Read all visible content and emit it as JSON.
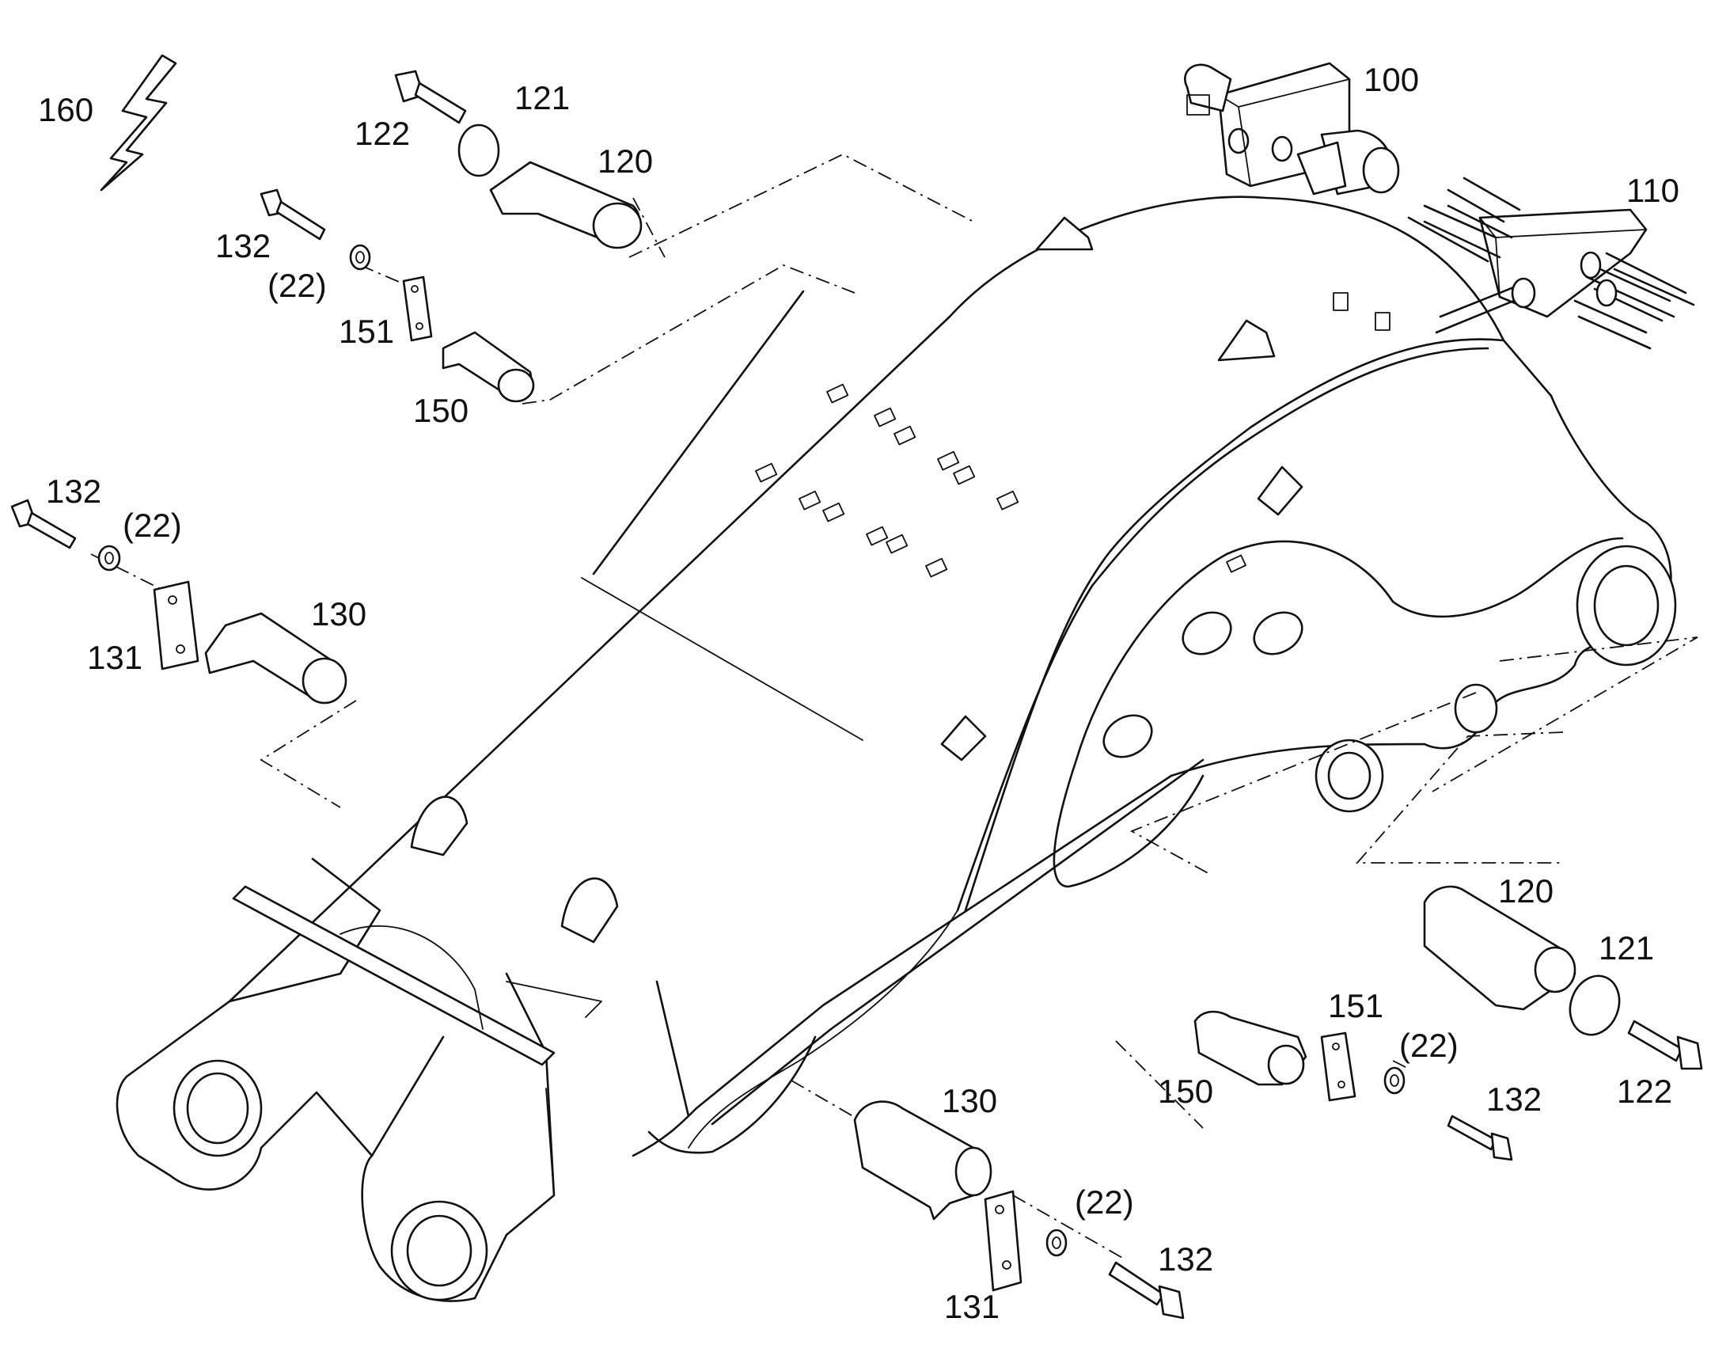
{
  "labels": {
    "warning_160": "160",
    "valve_100": "100",
    "manifold_110": "110",
    "pin_120_top": "120",
    "cover_121_top": "121",
    "bolt_122_top": "122",
    "bolt_132_top": "132",
    "washer_22_top": "(22)",
    "plate_151_top": "151",
    "pin_150_top": "150",
    "bolt_132_left": "132",
    "washer_22_left": "(22)",
    "pin_130_left": "130",
    "plate_131_left": "131",
    "pin_120_right": "120",
    "cover_121_right": "121",
    "plate_151_right": "151",
    "washer_22_right": "(22)",
    "pin_150_right": "150",
    "bolt_132_right": "132",
    "bolt_122_right": "122",
    "pin_130_bottom": "130",
    "washer_22_bottom": "(22)",
    "bolt_132_bottom": "132",
    "plate_131_bottom": "131"
  },
  "icons": {
    "warning": "lightning-bolt-icon"
  }
}
